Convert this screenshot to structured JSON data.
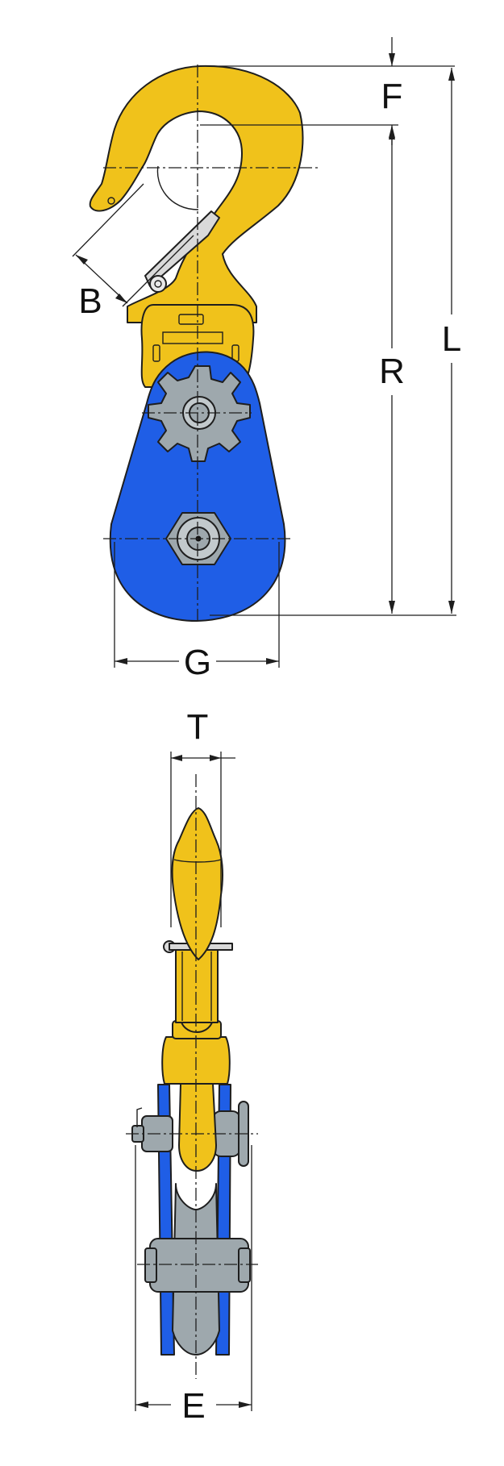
{
  "labels": {
    "F": "F",
    "B": "B",
    "L": "L",
    "R": "R",
    "G": "G",
    "T": "T",
    "E": "E"
  },
  "colors": {
    "hook_yellow": "#f0c21b",
    "shell_blue": "#1f5ee6",
    "hardware_gray": "#9ea8ad",
    "outline": "#1e1e1e",
    "background": "#ffffff"
  }
}
